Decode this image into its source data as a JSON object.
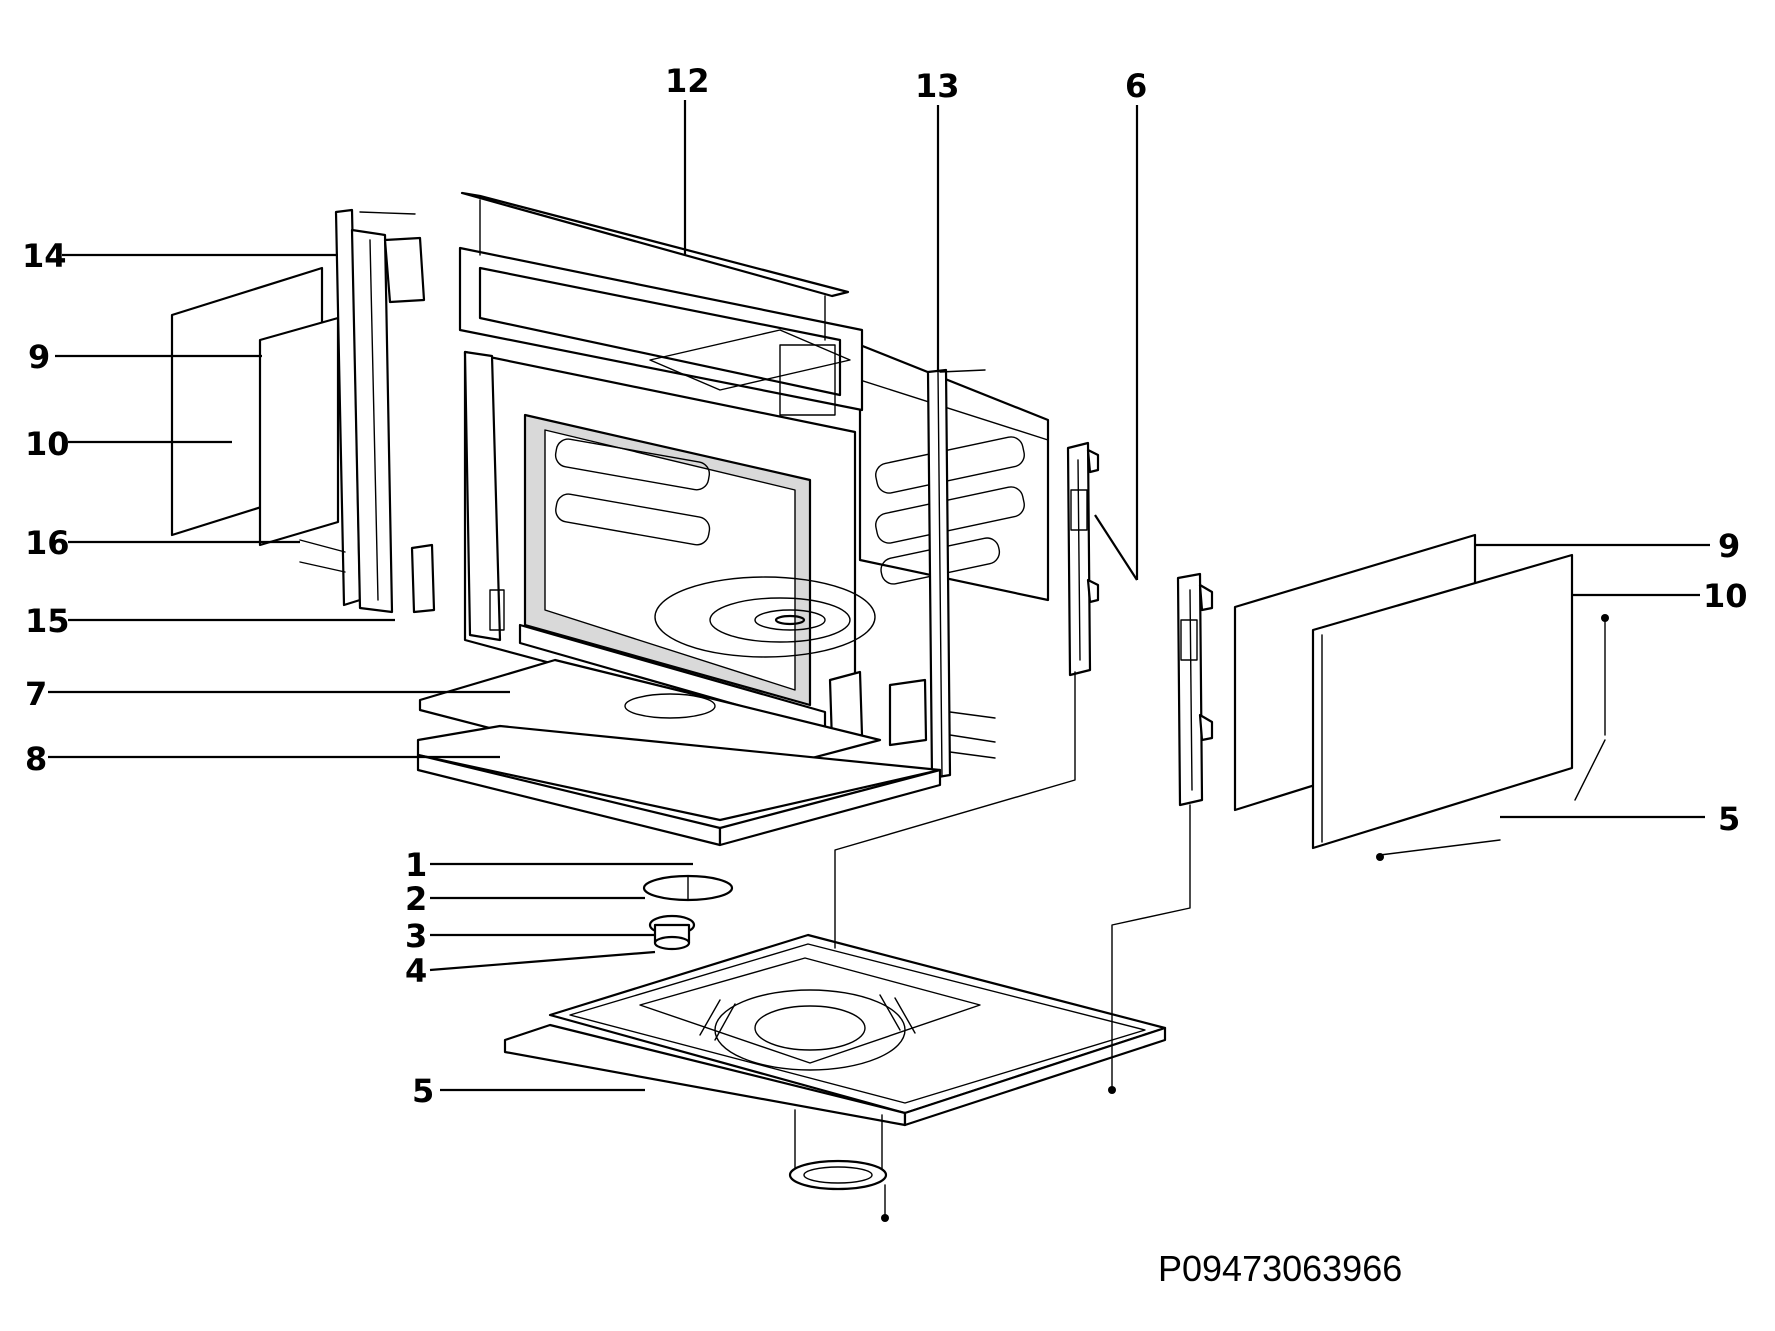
{
  "callouts": {
    "c12": "12",
    "c13": "13",
    "c6": "6",
    "c14": "14",
    "c9_left": "9",
    "c10_left": "10",
    "c16": "16",
    "c15": "15",
    "c7": "7",
    "c8": "8",
    "c9_right": "9",
    "c10_right": "10",
    "c5_right": "5",
    "c1": "1",
    "c2": "2",
    "c3": "3",
    "c4": "4",
    "c5_bottom": "5"
  },
  "drawing_code": "P09473063966"
}
